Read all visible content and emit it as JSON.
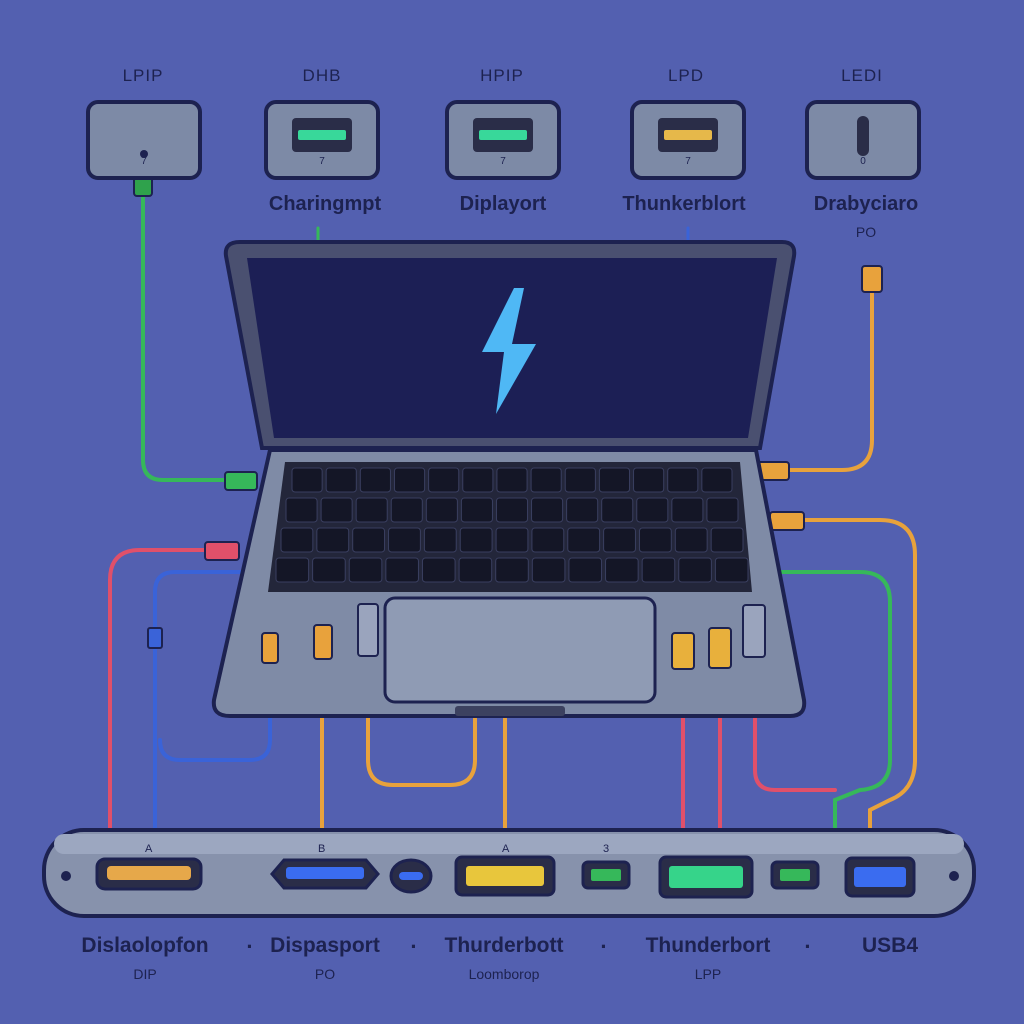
{
  "top_ports": [
    {
      "label": "LPIP",
      "mark": "7",
      "kind": "dot"
    },
    {
      "label": "DHB",
      "mark": "7",
      "kind": "slot",
      "color": "#38d89a"
    },
    {
      "label": "HPIP",
      "mark": "7",
      "kind": "slot",
      "color": "#38d89a"
    },
    {
      "label": "LPD",
      "mark": "7",
      "kind": "slot",
      "color": "#e6b84a"
    },
    {
      "label": "LEDI",
      "mark": "0",
      "kind": "pill"
    }
  ],
  "mid_labels": [
    {
      "text": "Charingmpt"
    },
    {
      "text": "Diplayort"
    },
    {
      "text": "Thunkerblort"
    },
    {
      "text": "Drabyciaro"
    }
  ],
  "mid_sub": "PO",
  "dock_port_marks": [
    "A",
    "B",
    "A",
    "3"
  ],
  "bottom_labels": [
    {
      "text": "Dislaolopfon",
      "sub": "DIP"
    },
    {
      "text": "Dispasport",
      "sub": "PO"
    },
    {
      "text": "Thurderbott",
      "sub": "Loomborop"
    },
    {
      "text": "Thunderbort",
      "sub": "LPP"
    },
    {
      "text": "USB4",
      "sub": ""
    }
  ],
  "separator": "·",
  "colors": {
    "background": "#5360b0",
    "cable_green": "#36b85a",
    "cable_orange": "#e8a23c",
    "cable_red": "#e0506a",
    "cable_blue": "#3a63d8",
    "screen": "#1c1f55",
    "bolt": "#4fb8f5"
  },
  "icons": {
    "screen": "lightning-bolt-icon"
  }
}
